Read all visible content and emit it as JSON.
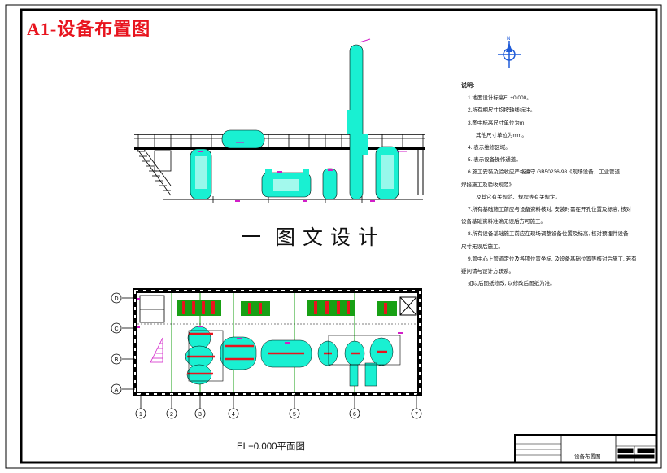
{
  "sheet_tag": "A1-设备布置图",
  "watermark": "图文设计",
  "watermark_prefix": "一",
  "notes": {
    "heading": "说明:",
    "lines": [
      "1.地面设计标高EL±0.000。",
      "2.所有相尺寸均按轴线标注。",
      "3.图中标高尺寸单位为m,",
      "其他尺寸单位为mm。",
      "4.       表示维修区域。",
      "5.       表示设备操作通道。",
      "6.施工安装及验收应严格遵守 GB50236-98《现场设备、工业管道",
      "焊接施工及验收规范》",
      "及其它有关规范、规程等有关规定。",
      "7.所有基础施工前应与设备资料核对, 安装时需在开孔位置及标高, 核对",
      "设备基础资料准确无误后方可施工。",
      "8.所有设备基础施工前应在现场调整设备位置及标高, 核对预埋件设备",
      "尺寸无误后施工。",
      "9.管中心上管道定位及各项位置坐标, 及设备基础位置等核对后施工, 若有",
      "疑问请与设计方联系。",
      "如以后图纸修改, 以修改后图纸为准。"
    ]
  },
  "plan_title": "EL+0.000平面图",
  "title_block": {
    "drawing_name": "设备布置图"
  },
  "compass": {
    "north": "N"
  },
  "grid_axes": {
    "columns": [
      "1",
      "2",
      "3",
      "4",
      "5",
      "6",
      "7"
    ],
    "rows": [
      "A",
      "B",
      "C",
      "D"
    ]
  },
  "colors": {
    "equipment": "#19f0d2",
    "marker": "#d21ec8",
    "highlight": "#e8141e",
    "accent": "#18a014",
    "outline": "#000000"
  }
}
